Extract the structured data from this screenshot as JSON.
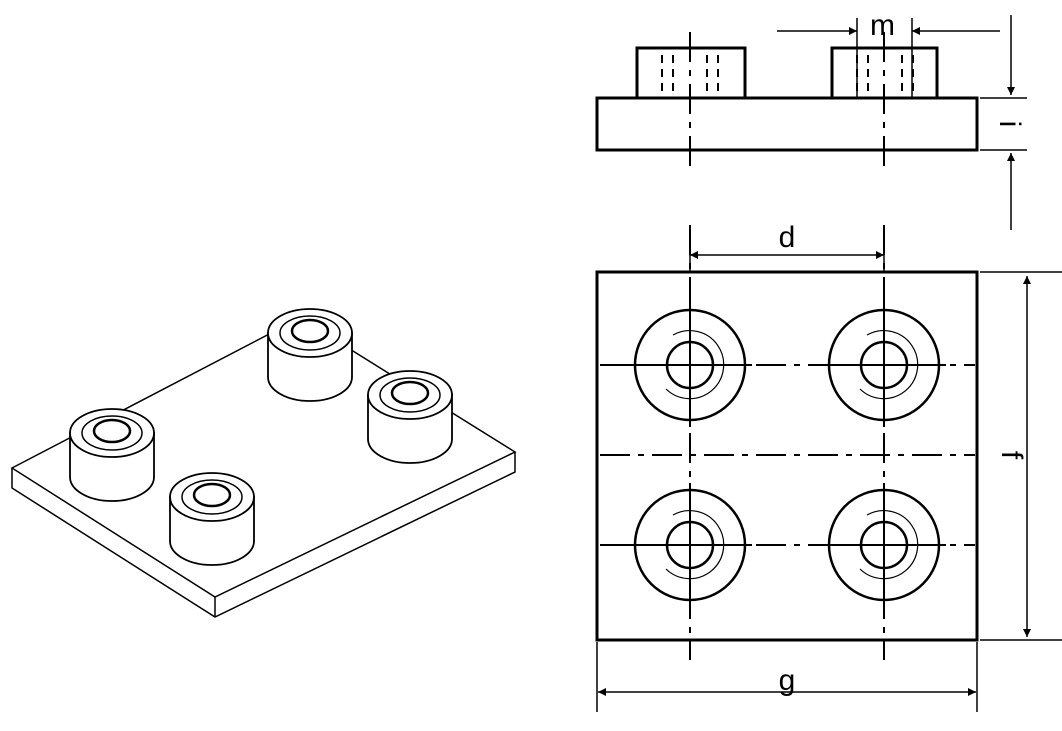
{
  "drawing": {
    "labels": {
      "m": "m",
      "i": "i",
      "d": "d",
      "f": "f",
      "g": "g"
    },
    "line_color": "#000000"
  }
}
